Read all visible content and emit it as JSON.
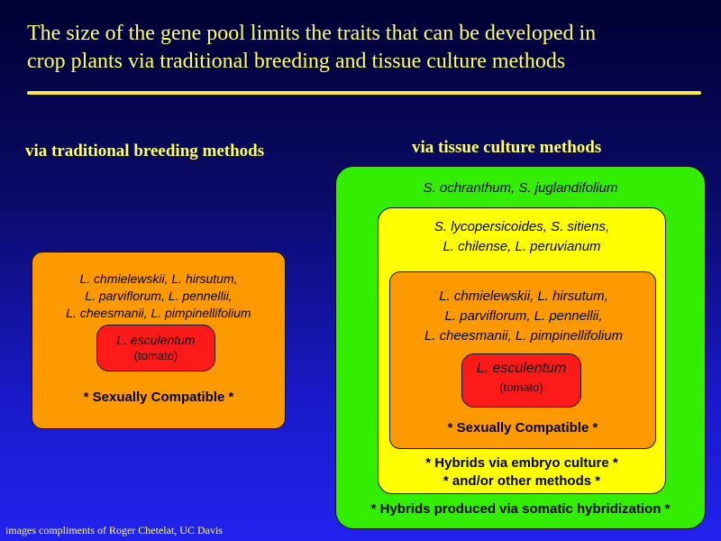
{
  "slide": {
    "title_line1": "The size of the gene pool limits the traits that can be developed in",
    "title_line2": "crop plants via traditional breeding and tissue culture methods"
  },
  "left": {
    "heading": "via traditional breeding methods",
    "species_line1": "L. chmielewskii, L. hirsutum,",
    "species_line2": "L. parviflorum, L. pennellii,",
    "species_line3": "L. cheesmanii, L. pimpinellifolium",
    "core_name": "L. esculentum",
    "core_common": "(tomato)",
    "note": "* Sexually Compatible *"
  },
  "right": {
    "heading": "via tissue culture methods",
    "outer_species": "S. ochranthum, S. juglandifolium",
    "middle_species_line1": "S. lycopersicoides, S. sitiens,",
    "middle_species_line2": "L. chilense, L. peruvianum",
    "inner_species_line1": "L. chmielewskii, L. hirsutum,",
    "inner_species_line2": "L. parviflorum, L. pennellii,",
    "inner_species_line3": "L. cheesmanii, L. pimpinellifolium",
    "core_name": "L. esculentum",
    "core_common": "(tomato)",
    "inner_note": "* Sexually Compatible *",
    "middle_note_line1": "* Hybrids via embryo culture *",
    "middle_note_line2": "* and/or other methods *",
    "outer_note": "* Hybrids produced via somatic hybridization *"
  },
  "footer": {
    "credit": "images compliments of Roger Chetelat, UC Davis"
  },
  "colors": {
    "title_text": "#ffff66",
    "orange": "#ff9900",
    "red": "#ff1a1a",
    "green": "#33ee00",
    "yellow": "#ffff00"
  }
}
